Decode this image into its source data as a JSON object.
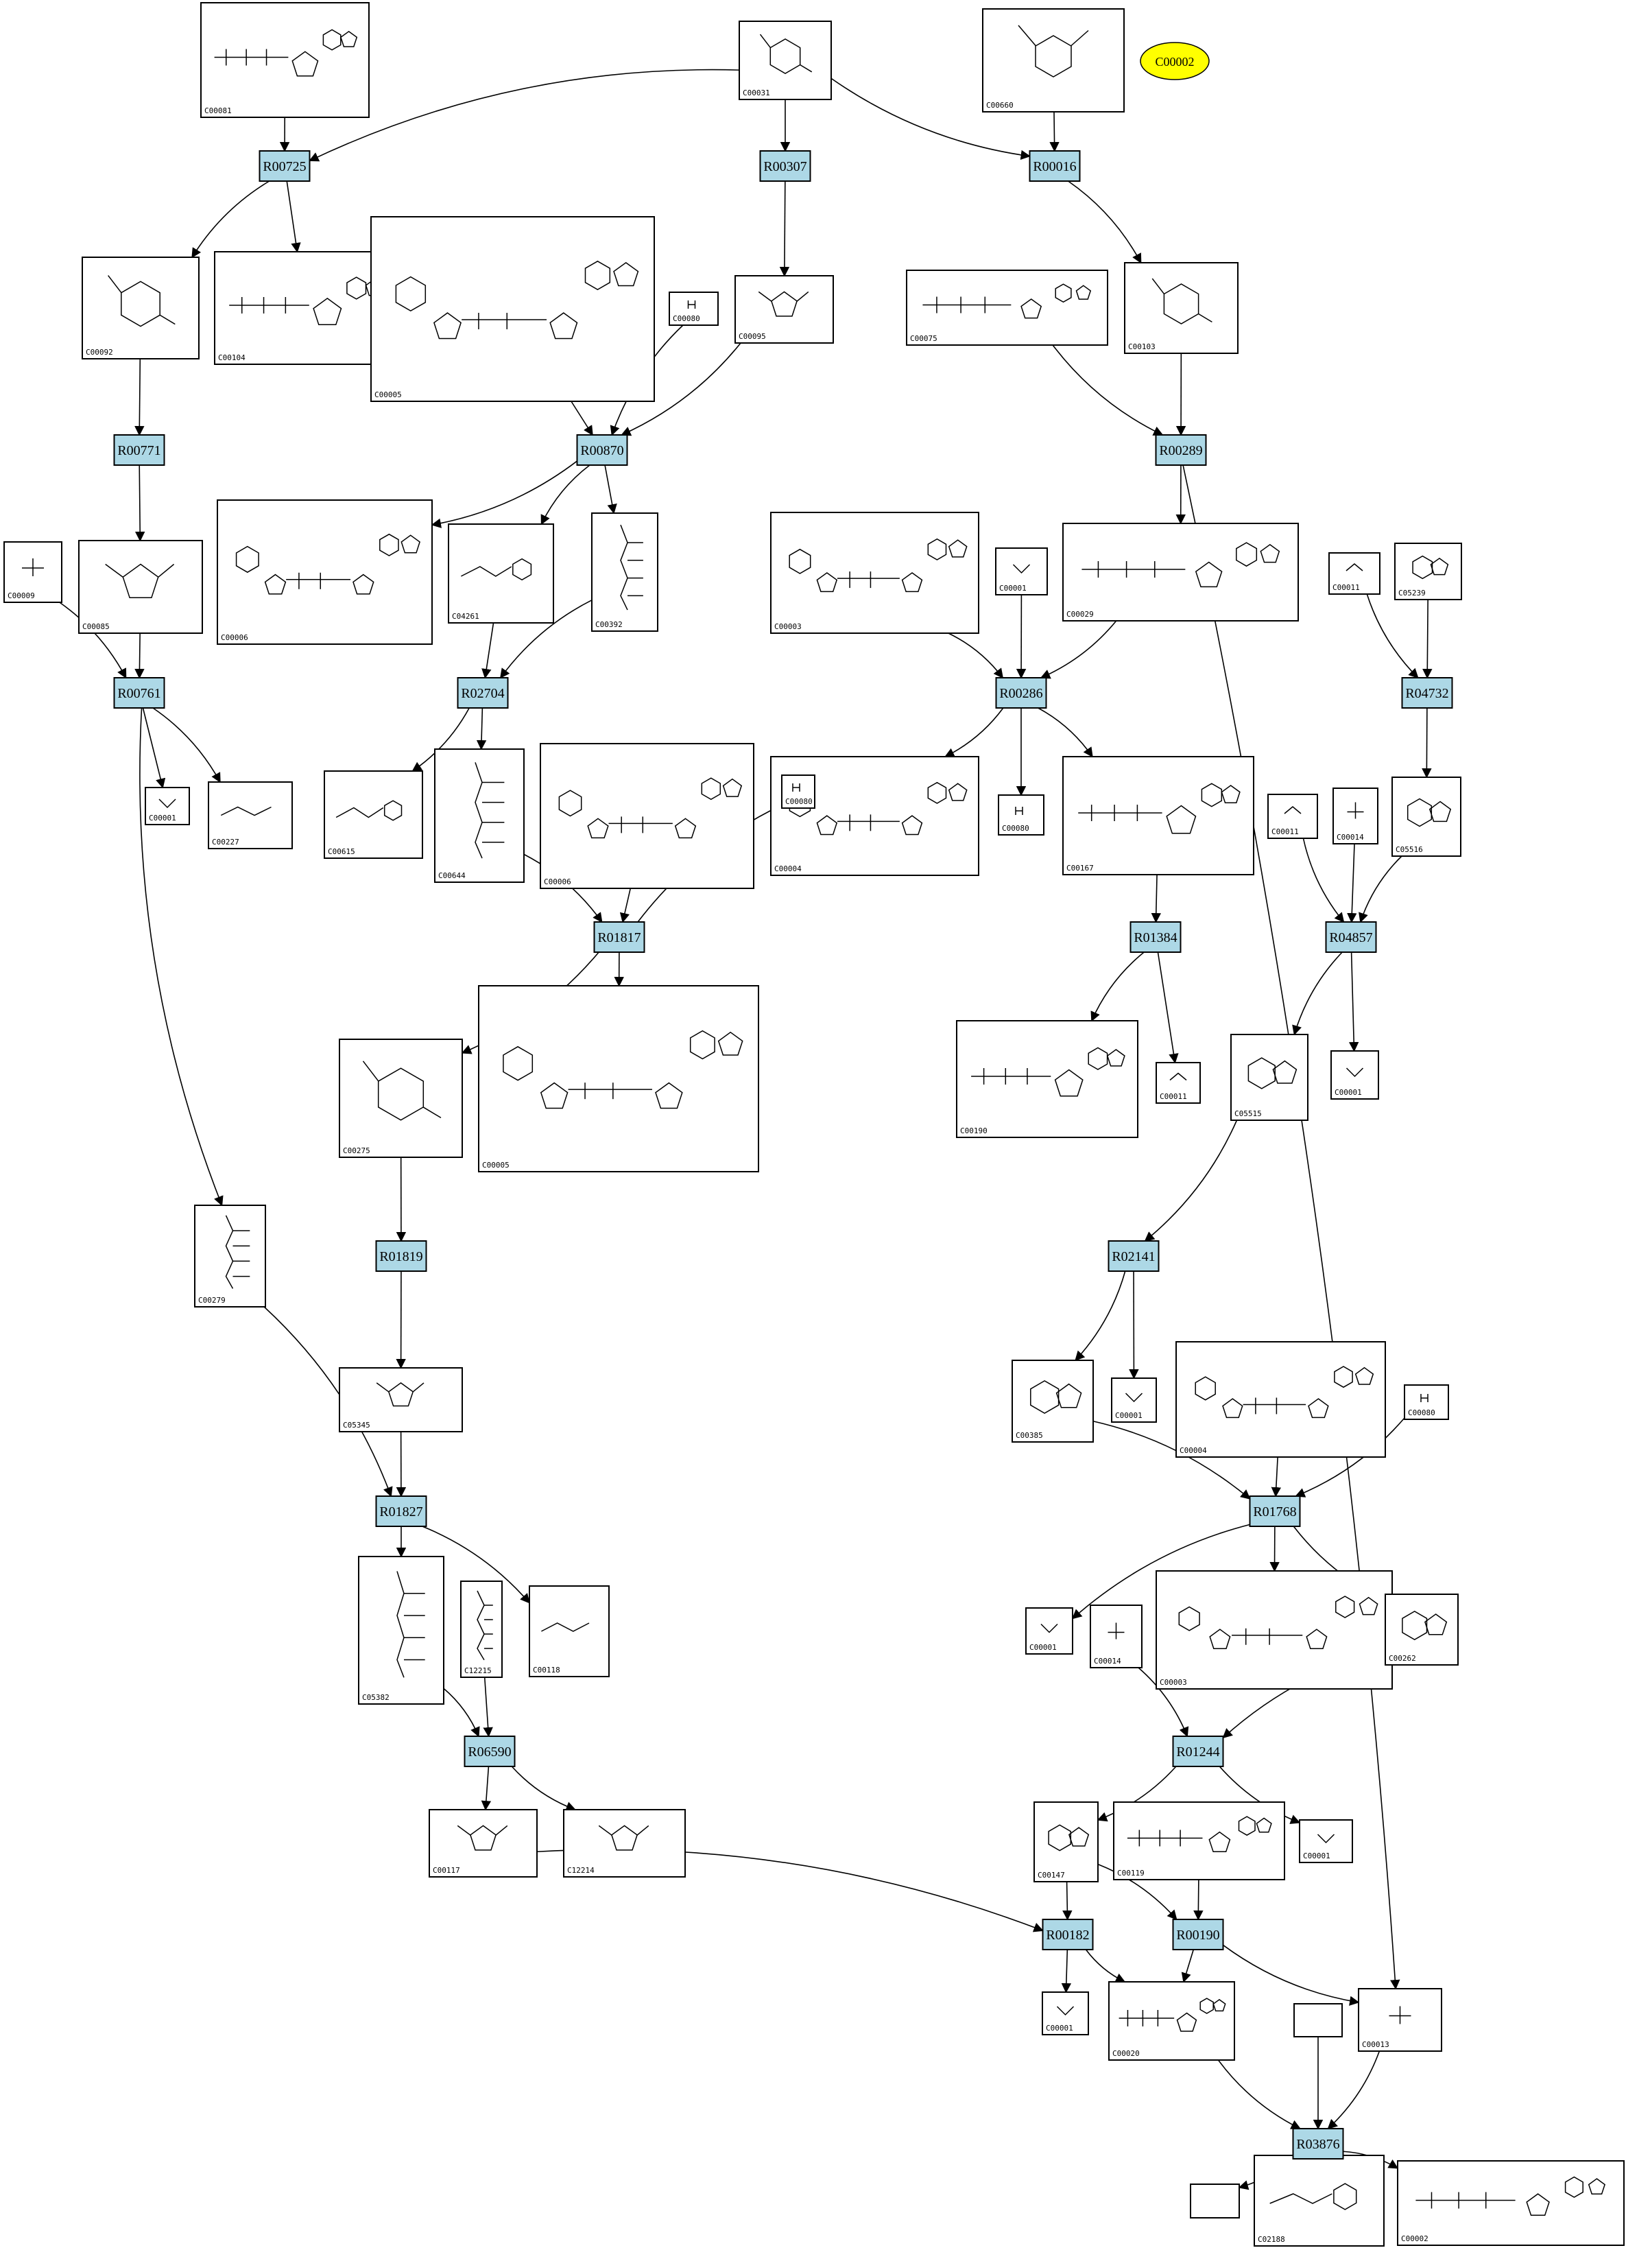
{
  "highlight": {
    "label": "C00002",
    "color": "#ffff00"
  },
  "colors": {
    "reaction_fill": "#add8e6",
    "compound_fill": "#ffffff",
    "edge": "#000000"
  },
  "reactions": [
    {
      "id": "R00725"
    },
    {
      "id": "R00307"
    },
    {
      "id": "R00016"
    },
    {
      "id": "R00771"
    },
    {
      "id": "R00870"
    },
    {
      "id": "R00289"
    },
    {
      "id": "R00761"
    },
    {
      "id": "R02704"
    },
    {
      "id": "R00286"
    },
    {
      "id": "R04732"
    },
    {
      "id": "R01817"
    },
    {
      "id": "R01384"
    },
    {
      "id": "R04857"
    },
    {
      "id": "R01819"
    },
    {
      "id": "R02141"
    },
    {
      "id": "R01827"
    },
    {
      "id": "R01768"
    },
    {
      "id": "R06590"
    },
    {
      "id": "R01244"
    },
    {
      "id": "R00182"
    },
    {
      "id": "R00190"
    },
    {
      "id": "R03876"
    }
  ],
  "compounds": [
    {
      "id": "C00081",
      "mol": "nucleotide"
    },
    {
      "id": "C00031",
      "mol": "sugar"
    },
    {
      "id": "C00660",
      "mol": "sugarphos"
    },
    {
      "id": "C00092",
      "mol": "sugar"
    },
    {
      "id": "C00104",
      "mol": "nucleotide"
    },
    {
      "id": "C00005",
      "mol": "dinuc"
    },
    {
      "id": "C00080",
      "mol": "hplus"
    },
    {
      "id": "C00095",
      "mol": "furanose"
    },
    {
      "id": "C00075",
      "mol": "nucleotide"
    },
    {
      "id": "C00103",
      "mol": "sugar"
    },
    {
      "id": "C00009",
      "mol": "phosphate"
    },
    {
      "id": "C00085",
      "mol": "furanose"
    },
    {
      "id": "C00006",
      "mol": "dinuc"
    },
    {
      "id": "C04261",
      "mol": "peptide"
    },
    {
      "id": "C00392",
      "mol": "chain"
    },
    {
      "id": "C00003",
      "mol": "dinuc"
    },
    {
      "id": "C00001",
      "mol": "water"
    },
    {
      "id": "C00029",
      "mol": "nucleotide"
    },
    {
      "id": "C00011",
      "mol": "co2"
    },
    {
      "id": "C05239",
      "mol": "ring"
    },
    {
      "id": "C00001",
      "mol": "water"
    },
    {
      "id": "C00227",
      "mol": "small"
    },
    {
      "id": "C00615",
      "mol": "peptide"
    },
    {
      "id": "C00644",
      "mol": "chain"
    },
    {
      "id": "C00006",
      "mol": "dinuc"
    },
    {
      "id": "C00004",
      "mol": "dinuc"
    },
    {
      "id": "C00080",
      "mol": "hplus"
    },
    {
      "id": "C00167",
      "mol": "nucleotide"
    },
    {
      "id": "C00011",
      "mol": "co2"
    },
    {
      "id": "C00014",
      "mol": "ammonia"
    },
    {
      "id": "C05516",
      "mol": "ring"
    },
    {
      "id": "C00275",
      "mol": "sugar"
    },
    {
      "id": "C00005",
      "mol": "dinuc"
    },
    {
      "id": "C00080",
      "mol": "hplus"
    },
    {
      "id": "C00190",
      "mol": "nucleotide"
    },
    {
      "id": "C00011",
      "mol": "co2"
    },
    {
      "id": "C05515",
      "mol": "ring"
    },
    {
      "id": "C00001",
      "mol": "water"
    },
    {
      "id": "C00279",
      "mol": "chain"
    },
    {
      "id": "C05345",
      "mol": "furanose"
    },
    {
      "id": "C00385",
      "mol": "ring"
    },
    {
      "id": "C00001",
      "mol": "water"
    },
    {
      "id": "C00004",
      "mol": "dinuc"
    },
    {
      "id": "C00080",
      "mol": "hplus"
    },
    {
      "id": "C05382",
      "mol": "chain"
    },
    {
      "id": "C12215",
      "mol": "chain"
    },
    {
      "id": "C00118",
      "mol": "small"
    },
    {
      "id": "C00001",
      "mol": "water"
    },
    {
      "id": "C00014",
      "mol": "ammonia"
    },
    {
      "id": "C00003",
      "mol": "dinuc"
    },
    {
      "id": "C00262",
      "mol": "ring"
    },
    {
      "id": "C00117",
      "mol": "furanose"
    },
    {
      "id": "C12214",
      "mol": "furanose"
    },
    {
      "id": "C00147",
      "mol": "ring"
    },
    {
      "id": "C00119",
      "mol": "nucleotide"
    },
    {
      "id": "C00001",
      "mol": "water"
    },
    {
      "id": "C00001",
      "mol": "water"
    },
    {
      "id": "C00020",
      "mol": "nucleotide"
    },
    {
      "id": "C00013",
      "mol": "phosphate"
    },
    {
      "id": "",
      "mol": "empty"
    },
    {
      "id": "",
      "mol": "empty"
    },
    {
      "id": "C02188",
      "mol": "peptide"
    },
    {
      "id": "C00002",
      "mol": "nucleotide"
    }
  ]
}
